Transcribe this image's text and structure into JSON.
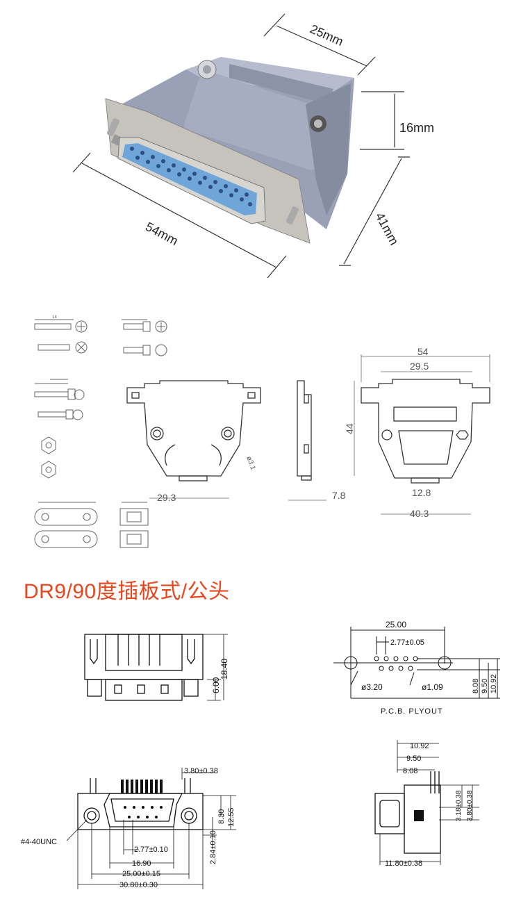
{
  "photo": {
    "dim_width": "25mm",
    "dim_height": "16mm",
    "dim_length": "54mm",
    "dim_depth": "41mm"
  },
  "outline_drawing": {
    "dim_54": "54",
    "dim_29_5": "29.5",
    "dim_44": "44",
    "dim_29_3": "29.3",
    "dim_7_8": "7.8",
    "dim_12_8": "12.8",
    "dim_40_3": "40.3",
    "dim_hole": "ø3.1",
    "screw_dim_14": "14"
  },
  "section_title": "DR9/90度插板式/公头",
  "front_view": {
    "dim_18_40": "18.40",
    "dim_6_00": "6.00"
  },
  "pcb_layout": {
    "dim_25_00": "25.00",
    "dim_2_77": "2.77±0.05",
    "dim_hole_big": "ø3.20",
    "dim_hole_small": "ø1.09",
    "dim_8_08": "8.08",
    "dim_9_50": "9.50",
    "dim_10_92": "10.92",
    "caption": "P.C.B. PLYOUT"
  },
  "bottom_view": {
    "dim_3_80_top": "3.80±0.38",
    "dim_8_30": "8.30",
    "dim_12_55": "12.55",
    "dim_2_84": "2.84±0.10",
    "dim_2_77": "2.77±0.10",
    "dim_16_90": "16.90",
    "dim_25_00": "25.00±0.15",
    "dim_30_80": "30.80±0.30",
    "thread_label": "#4-40UNC"
  },
  "side_view": {
    "dim_10_92": "10.92",
    "dim_9_50": "9.50",
    "dim_8_08": "8.08",
    "dim_3_18": "3.18±0.38",
    "dim_3_80": "3.80±0.38",
    "dim_11_80": "11.80±0.38"
  }
}
